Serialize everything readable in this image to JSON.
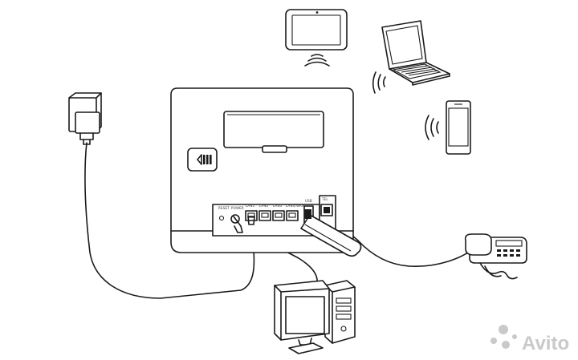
{
  "diagram": {
    "router": {
      "port_labels": [
        "RESET",
        "POWER",
        "LAN1",
        "LAN2",
        "LAN3",
        "LAN4/WAN",
        "USB",
        "TEL"
      ]
    },
    "devices": [
      {
        "id": "tablet",
        "icon": "tablet-icon"
      },
      {
        "id": "laptop",
        "icon": "laptop-icon"
      },
      {
        "id": "phone",
        "icon": "smartphone-icon"
      },
      {
        "id": "landline",
        "icon": "landline-phone-icon"
      },
      {
        "id": "desktop",
        "icon": "desktop-computer-icon"
      },
      {
        "id": "adapter",
        "icon": "power-adapter-icon"
      }
    ],
    "watermark": {
      "text": "Avito",
      "color": "#c9c9c9"
    }
  }
}
